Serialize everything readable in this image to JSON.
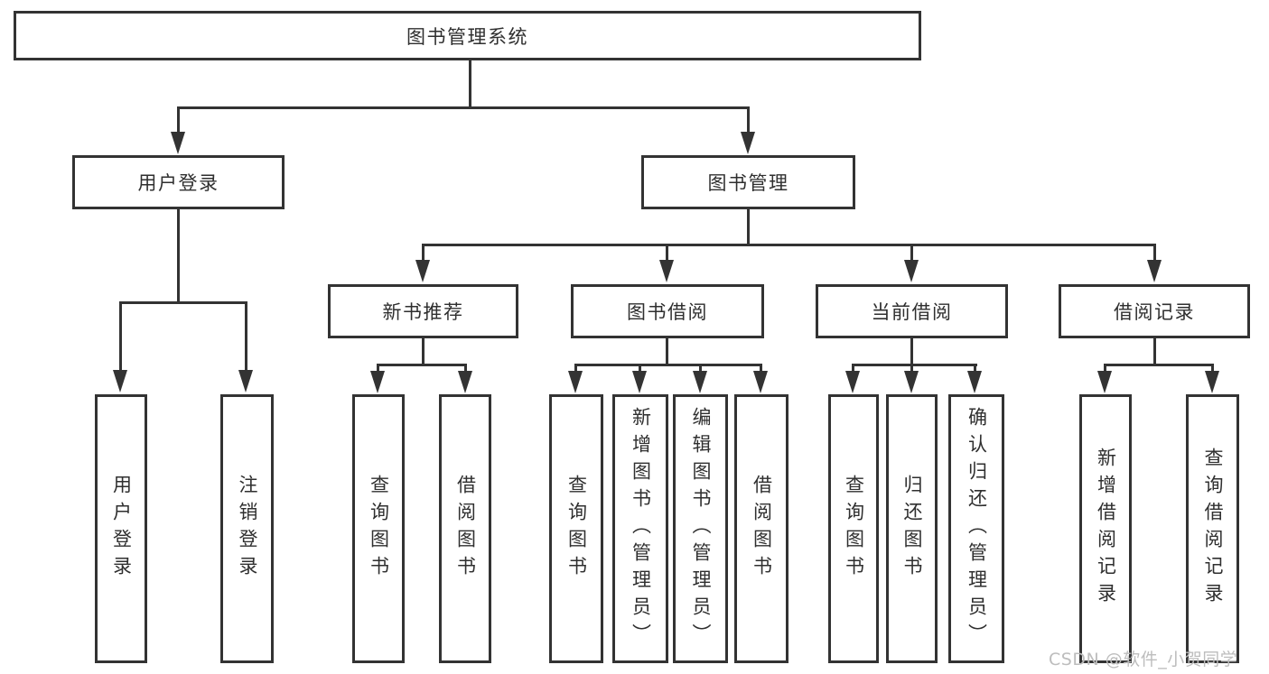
{
  "diagram": {
    "root": {
      "label": "图书管理系统"
    },
    "branches": [
      {
        "label": "用户登录",
        "children": [
          {
            "label": "用户登录"
          },
          {
            "label": "注销登录"
          }
        ]
      },
      {
        "label": "图书管理",
        "children": [
          {
            "label": "新书推荐",
            "children": [
              {
                "label": "查询图书"
              },
              {
                "label": "借阅图书"
              }
            ]
          },
          {
            "label": "图书借阅",
            "children": [
              {
                "label": "查询图书"
              },
              {
                "label": "新增图书（管理员）"
              },
              {
                "label": "编辑图书（管理员）"
              },
              {
                "label": "借阅图书"
              }
            ]
          },
          {
            "label": "当前借阅",
            "children": [
              {
                "label": "查询图书"
              },
              {
                "label": "归还图书"
              },
              {
                "label": "确认归还（管理员）"
              }
            ]
          },
          {
            "label": "借阅记录",
            "children": [
              {
                "label": "新增借阅记录"
              },
              {
                "label": "查询借阅记录"
              }
            ]
          }
        ]
      }
    ]
  },
  "watermark": {
    "text": "CSDN @软件_小贺同学",
    "color": "#bdbdbd"
  },
  "colors": {
    "line": "#333333",
    "border": "#333333",
    "text": "#2f2f2f",
    "background": "#ffffff"
  }
}
